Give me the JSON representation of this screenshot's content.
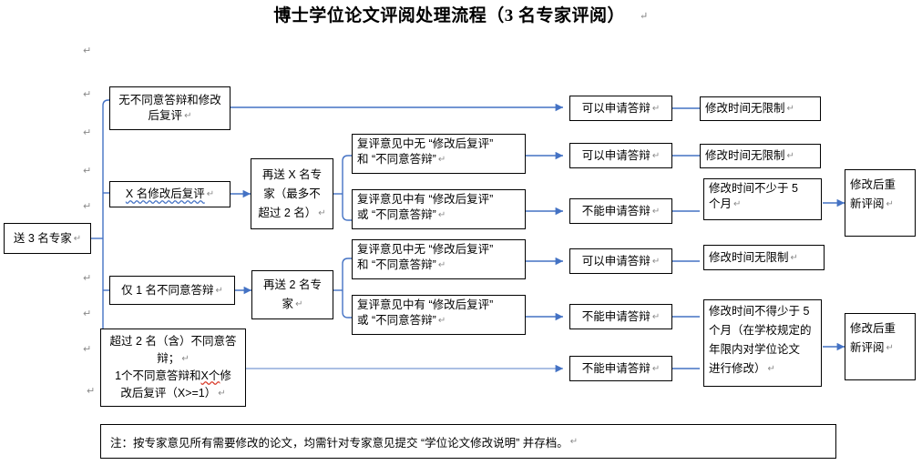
{
  "document": {
    "title": "博士学位论文评阅处理流程（3 名专家评阅）",
    "title_pilcrow": "↵"
  },
  "colors": {
    "connector": "#4472c4",
    "connector_light": "#8faadc",
    "box_border": "#000000",
    "background": "#ffffff",
    "pilcrow": "#8a8a8a",
    "spell_blue": "#4472c4",
    "spell_red": "#d83b2a"
  },
  "pilcrows": {
    "glyph": "↵",
    "margin_marks": 10
  },
  "flow": {
    "start": {
      "label": "送 3 名专家",
      "pilcrow": "↵"
    },
    "branches": [
      {
        "id": "no-objection",
        "label_line1": "无不同意答辩和修改",
        "label_line2": "后复评",
        "pilcrow": "↵"
      },
      {
        "id": "x-revise",
        "label": "X 名修改后复评",
        "spellcheck": "blue",
        "pilcrow": "↵"
      },
      {
        "id": "one-objection",
        "label": "仅 1 名不同意答辩",
        "pilcrow": "↵"
      },
      {
        "id": "two-or-more",
        "line1": "超过 2 名（含）不同意答",
        "line2": "辩；",
        "line3a": "1个不同意答辩和",
        "line3b": "X个",
        "line3c": "修",
        "line4": "改后复评（X>=1）",
        "pilcrow": "↵"
      }
    ],
    "resend": [
      {
        "id": "resend-x",
        "line1": "再送 X 名专",
        "line2": "家（最多不",
        "line3": "超过 2 名）",
        "pilcrow": "↵"
      },
      {
        "id": "resend-2",
        "line1": "再送 2 名专",
        "line2": "家",
        "pilcrow": "↵"
      }
    ],
    "reviews": [
      {
        "id": "rev-x-none",
        "line1": "复评意见中无 “修改后复评”",
        "line2": "和 “不同意答辩”",
        "pilcrow": "↵"
      },
      {
        "id": "rev-x-some",
        "line1": "复评意见中有 “修改后复评”",
        "line2": "或 “不同意答辩”",
        "pilcrow": "↵"
      },
      {
        "id": "rev-2-none",
        "line1": "复评意见中无 “修改后复评”",
        "line2": "和 “不同意答辩”",
        "pilcrow": "↵"
      },
      {
        "id": "rev-2-some",
        "line1": "复评意见中有 “修改后复评”",
        "line2": "或 “不同意答辩”",
        "pilcrow": "↵"
      }
    ],
    "outcomes": [
      {
        "id": "o1",
        "label": "可以申请答辩",
        "pilcrow": "↵"
      },
      {
        "id": "o2",
        "label": "可以申请答辩",
        "pilcrow": "↵"
      },
      {
        "id": "o3",
        "label": "不能申请答辩",
        "pilcrow": "↵"
      },
      {
        "id": "o4",
        "label": "可以申请答辩",
        "pilcrow": "↵"
      },
      {
        "id": "o5",
        "label": "不能申请答辩",
        "pilcrow": "↵"
      },
      {
        "id": "o6",
        "label": "不能申请答辩",
        "pilcrow": "↵"
      }
    ],
    "revision_times": [
      {
        "id": "t1",
        "line1": "修改时间无限制",
        "pilcrow": "↵"
      },
      {
        "id": "t2",
        "line1": "修改时间无限制",
        "pilcrow": "↵"
      },
      {
        "id": "t3",
        "line1": "修改时间不少于 5",
        "line2": "个月",
        "pilcrow": "↵"
      },
      {
        "id": "t4",
        "line1": "修改时间无限制",
        "pilcrow": "↵"
      },
      {
        "id": "t5",
        "line1": "修改时间不得少于 5",
        "line2": "个月（在学校规定的",
        "line3": "年限内对学位论文",
        "line4": "进行修改）",
        "pilcrow": "↵"
      }
    ],
    "rereview": [
      {
        "id": "r1",
        "line1": "修改后重",
        "line2": "新评阅",
        "pilcrow": "↵"
      },
      {
        "id": "r2",
        "line1": "修改后重",
        "line2": "新评阅",
        "pilcrow": "↵"
      }
    ]
  },
  "note": {
    "text": "注：按专家意见所有需要修改的论文，均需针对专家意见提交 “学位论文修改说明” 并存档。",
    "pilcrow": "↵"
  }
}
